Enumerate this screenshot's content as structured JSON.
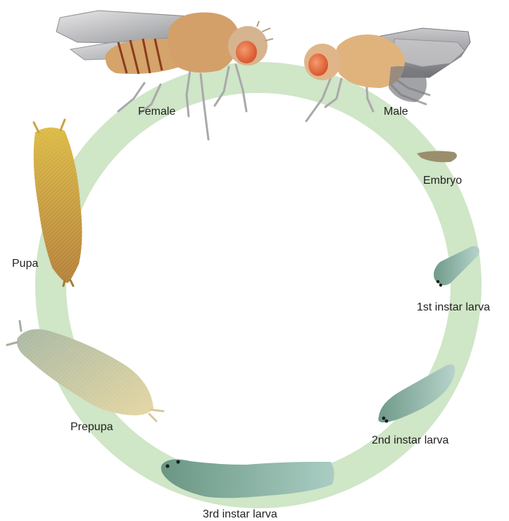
{
  "diagram": {
    "type": "life-cycle",
    "stages": [
      {
        "id": "female",
        "label": "Female",
        "icon": "female-fly-icon"
      },
      {
        "id": "male",
        "label": "Male",
        "icon": "male-fly-icon"
      },
      {
        "id": "embryo",
        "label": "Embryo",
        "icon": "embryo-icon"
      },
      {
        "id": "larva1",
        "label": "1st instar larva",
        "icon": "first-instar-larva-icon"
      },
      {
        "id": "larva2",
        "label": "2nd instar larva",
        "icon": "second-instar-larva-icon"
      },
      {
        "id": "larva3",
        "label": "3rd instar larva",
        "icon": "third-instar-larva-icon"
      },
      {
        "id": "prepupa",
        "label": "Prepupa",
        "icon": "prepupa-icon"
      },
      {
        "id": "pupa",
        "label": "Pupa",
        "icon": "pupa-icon"
      }
    ],
    "colors": {
      "ring": "#cfe6c7",
      "fly_body": "#d4a46a",
      "fly_head": "#d6b48f",
      "fly_eye": "#e06a3f",
      "wing": "#b8b8bb",
      "larva": "#8fb3a3",
      "pupa": "#c99a35",
      "prepupa": "#c9c79a",
      "label": "#231f20"
    }
  }
}
